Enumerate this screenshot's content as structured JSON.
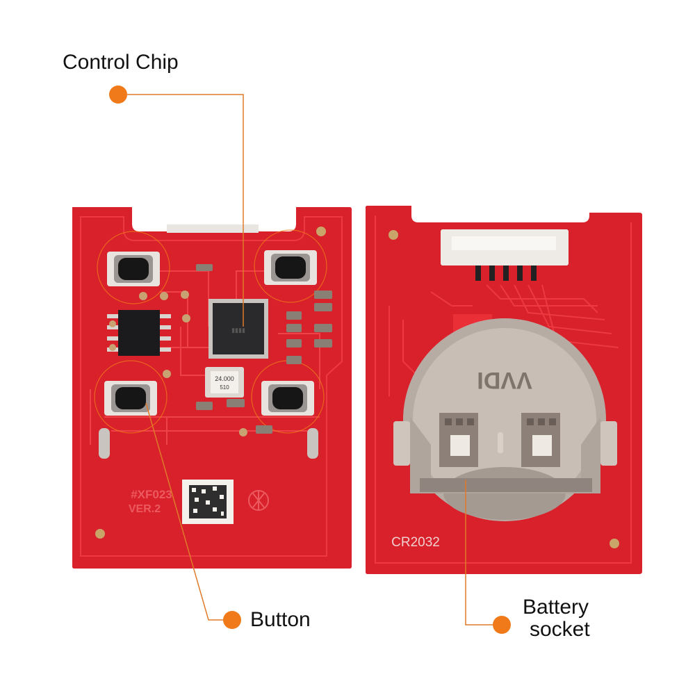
{
  "labels": {
    "control_chip": "Control Chip",
    "button": "Button",
    "battery_socket_line1": "Battery",
    "battery_socket_line2": "socket"
  },
  "front_board": {
    "model": "#XF023",
    "version": "VER.2",
    "crystal_line1": "24.000",
    "crystal_line2": "510"
  },
  "back_board": {
    "battery_type": "CR2032",
    "holder_text": "VVDI"
  },
  "colors": {
    "pcb": "#d8212b",
    "pcb_dark": "#b8141e",
    "trace": "#ec3a40",
    "callout_dot": "#f07a19",
    "callout_line": "#e07a2a",
    "metal": "#b7aca3"
  }
}
